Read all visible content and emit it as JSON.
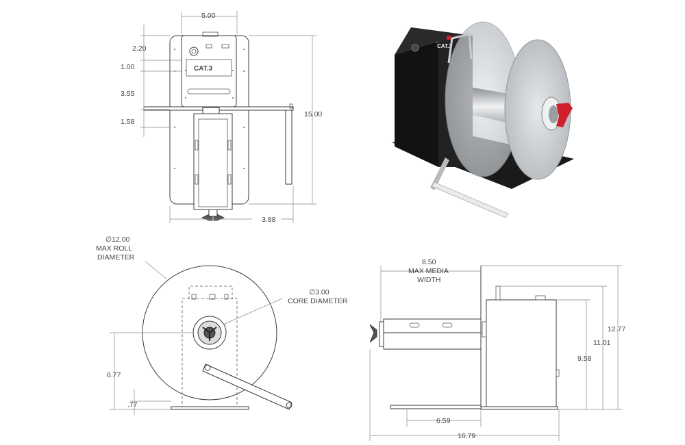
{
  "front_view": {
    "width": "5.00",
    "top_offset": "2.20",
    "label_offset": "1.00",
    "plate_gap": "3.55",
    "bracket_offset": "1.58",
    "height": "15.00",
    "arm_length": "3.88",
    "plate_brand": "CAT.3"
  },
  "product_photo": {
    "brand": "CAT.3",
    "colors": {
      "body": "#1c1c1c",
      "disc": "#c9cdd1",
      "knob": "#d0202e",
      "spindle": "#b8bcc0"
    }
  },
  "side_view": {
    "roll_callout_symbol": "∅12.00",
    "roll_callout_line1": "MAX ROLL",
    "roll_callout_line2": "DIAMETER",
    "core_callout_symbol": "∅3.00",
    "core_callout_line": "CORE DIAMETER",
    "height_to_core": "6.77",
    "base_height": ".77"
  },
  "top_view": {
    "media_width_value": "8.50",
    "media_width_line1": "MAX MEDIA",
    "media_width_line2": "WIDTH",
    "height_total": "12.77",
    "height_mid": "11.01",
    "height_box": "9.58",
    "base_length": "6.59",
    "overall_length": "16.79"
  }
}
